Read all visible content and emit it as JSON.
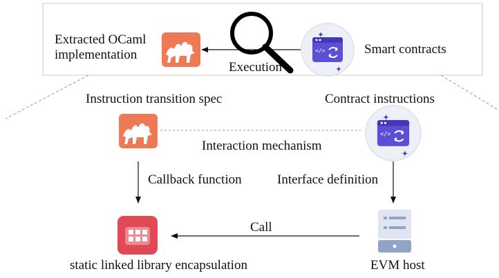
{
  "top_box": {
    "extracted_label": "Extracted OCaml implementation",
    "execution_label": "Execution",
    "smart_contracts_label": "Smart contracts"
  },
  "middle": {
    "instruction_spec_label": "Instruction transition spec",
    "contract_instructions_label": "Contract instructions",
    "interaction_label": "Interaction mechanism",
    "callback_label": "Callback function",
    "interface_label": "Interface definition"
  },
  "bottom": {
    "call_label": "Call",
    "library_label": "static linked library encapsulation",
    "evm_host_label": "EVM host"
  },
  "icons": {
    "ocaml": "camel-icon",
    "contract": "code-window-icon",
    "magnifier": "magnifying-glass-icon",
    "library": "grid-app-icon",
    "server": "server-icon"
  },
  "colors": {
    "ocaml_orange": "#ee7a55",
    "contract_purple": "#5b4fd6",
    "library_red": "#e04a55",
    "server_blue": "#b8c7df",
    "line_gray": "#999999"
  }
}
